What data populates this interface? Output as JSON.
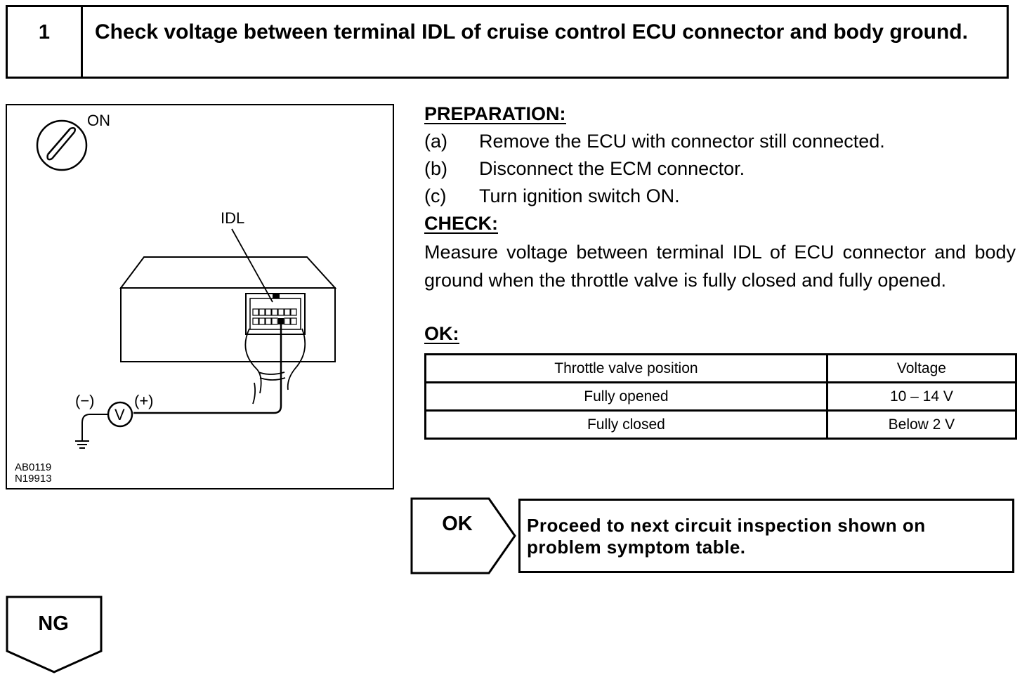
{
  "step": {
    "number": "1",
    "title": "Check voltage between terminal IDL of cruise control ECU connector and body ground."
  },
  "figure": {
    "switch_label": "ON",
    "terminal_label": "IDL",
    "meter_symbol": "V",
    "minus_label": "(−)",
    "plus_label": "(+)",
    "code_1": "AB0119",
    "code_2": "N19913"
  },
  "preparation": {
    "heading": "PREPARATION:",
    "items": [
      {
        "letter": "(a)",
        "text": "Remove the ECU with connector still connected."
      },
      {
        "letter": "(b)",
        "text": "Disconnect the ECM connector."
      },
      {
        "letter": "(c)",
        "text": "Turn ignition switch ON."
      }
    ]
  },
  "check": {
    "heading": "CHECK:",
    "description": "Measure voltage between terminal IDL of ECU connector and body ground when the throttle valve is fully closed and fully opened."
  },
  "ok_spec": {
    "heading": "OK:",
    "table": {
      "headers": [
        "Throttle valve position",
        "Voltage"
      ],
      "rows": [
        [
          "Fully opened",
          "10 – 14 V"
        ],
        [
          "Fully closed",
          "Below 2 V"
        ]
      ]
    }
  },
  "ok_flow": {
    "tag": "OK",
    "result": "Proceed to next circuit inspection shown on problem symptom table."
  },
  "ng_flow": {
    "tag": "NG"
  }
}
